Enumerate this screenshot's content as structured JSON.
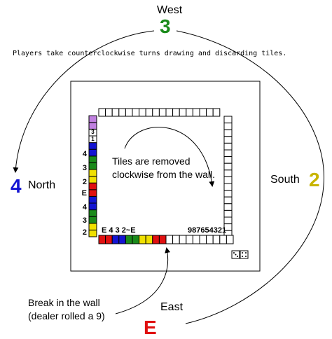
{
  "winds": {
    "west": {
      "name": "West",
      "number": "3",
      "color": "#1a8a1a"
    },
    "north": {
      "name": "North",
      "number": "4",
      "color": "#1414d2"
    },
    "south": {
      "name": "South",
      "number": "2",
      "color": "#c8b400"
    },
    "east": {
      "name": "East",
      "number": "E",
      "color": "#e01010"
    }
  },
  "intro_text": "Players take counterclockwise turns drawing and discarding tiles.",
  "removal_note": "Tiles are removed clockwise from the wall.",
  "break_note": "Break in the wall (dealer rolled a 9)",
  "sequence_labels": {
    "east_wall_left": "E 4 3 2~E",
    "east_wall_numbers": "987654321"
  },
  "north_column_labels": [
    "4",
    "3",
    "2",
    "E",
    "4",
    "3",
    "2"
  ],
  "top_small_tiles": [
    "1",
    "3"
  ],
  "tile_colors": {
    "red": "#e01010",
    "blue": "#1414d2",
    "green": "#1a8a1a",
    "yellow": "#f0e000",
    "purple": "#c080e0"
  },
  "icons": {
    "dice": "dice-icon"
  }
}
